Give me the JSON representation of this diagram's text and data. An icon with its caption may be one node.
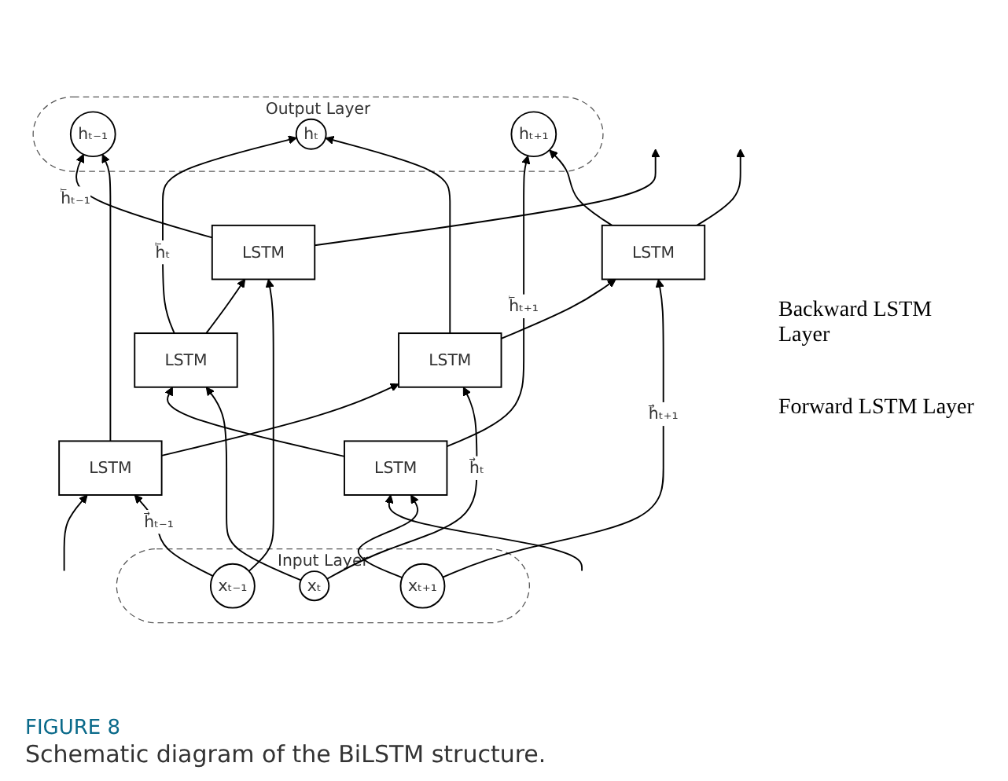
{
  "diagram": {
    "caption": "Schematic diagram of the BiLSTM structure.",
    "nodes": [
      {
        "text": [
          "Output Layer"
        ]
      },
      {
        "text": [
          "hₜ₋₁"
        ],
        "in": 0
      },
      {
        "text": [
          "hₜ"
        ],
        "in": 0
      },
      {
        "text": [
          "hₜ₊₁"
        ],
        "in": 0
      },
      {
        "text": [
          "LSTM"
        ]
      },
      {
        "text": [
          "LSTM"
        ]
      },
      {
        "text": [
          "LSTM"
        ]
      },
      {
        "text": [
          "LSTM"
        ]
      },
      {
        "text": [
          "LSTM"
        ]
      },
      {
        "text": [
          "LSTM"
        ]
      },
      {
        "text": [
          "Input Layer"
        ]
      },
      {
        "text": [
          "xₜ₋₁"
        ],
        "in": 10
      },
      {
        "text": [
          "xₜ"
        ],
        "in": 10
      },
      {
        "text": [
          "xₜ₊₁"
        ],
        "in": 10
      }
    ],
    "edges": [
      {
        "from": null,
        "to": 6,
        "arrow": "to"
      },
      {
        "from": 6,
        "to": 5,
        "arrow": "to"
      },
      {
        "from": 5,
        "to": 4,
        "arrow": "to"
      },
      {
        "from": 4,
        "to": null,
        "arrow": "to"
      },
      {
        "from": null,
        "to": 7,
        "arrow": "to"
      },
      {
        "from": 7,
        "to": 8,
        "arrow": "to"
      },
      {
        "from": 8,
        "to": 9,
        "arrow": "to"
      },
      {
        "from": 9,
        "to": null,
        "arrow": "to"
      },
      {
        "from": 4,
        "to": 1,
        "arrow": "to",
        "label": "h⃖ₜ₋₁"
      },
      {
        "from": 5,
        "to": 2,
        "arrow": "to",
        "label": "h⃖ₜ"
      },
      {
        "from": 6,
        "to": 3,
        "arrow": "to",
        "label": "h⃖ₜ₊₁"
      },
      {
        "from": 7,
        "to": 1,
        "arrow": "to"
      },
      {
        "from": 8,
        "to": 2,
        "arrow": "to"
      },
      {
        "from": 9,
        "to": 3,
        "arrow": "to"
      },
      {
        "from": 11,
        "to": 7,
        "arrow": "to",
        "label": "h⃗ₜ₋₁"
      },
      {
        "from": 12,
        "to": 8,
        "arrow": "to",
        "label": "h⃗ₜ"
      },
      {
        "from": 13,
        "to": 9,
        "arrow": "to",
        "label": "h⃗ₜ₊₁"
      },
      {
        "from": 11,
        "to": 4,
        "arrow": "to"
      },
      {
        "from": 12,
        "to": 5,
        "arrow": "to"
      },
      {
        "from": 13,
        "to": 6,
        "arrow": "to"
      }
    ],
    "labels": [
      "Backward LSTM Layer",
      "Forward LSTM Layer",
      "FIGURE 8"
    ]
  }
}
